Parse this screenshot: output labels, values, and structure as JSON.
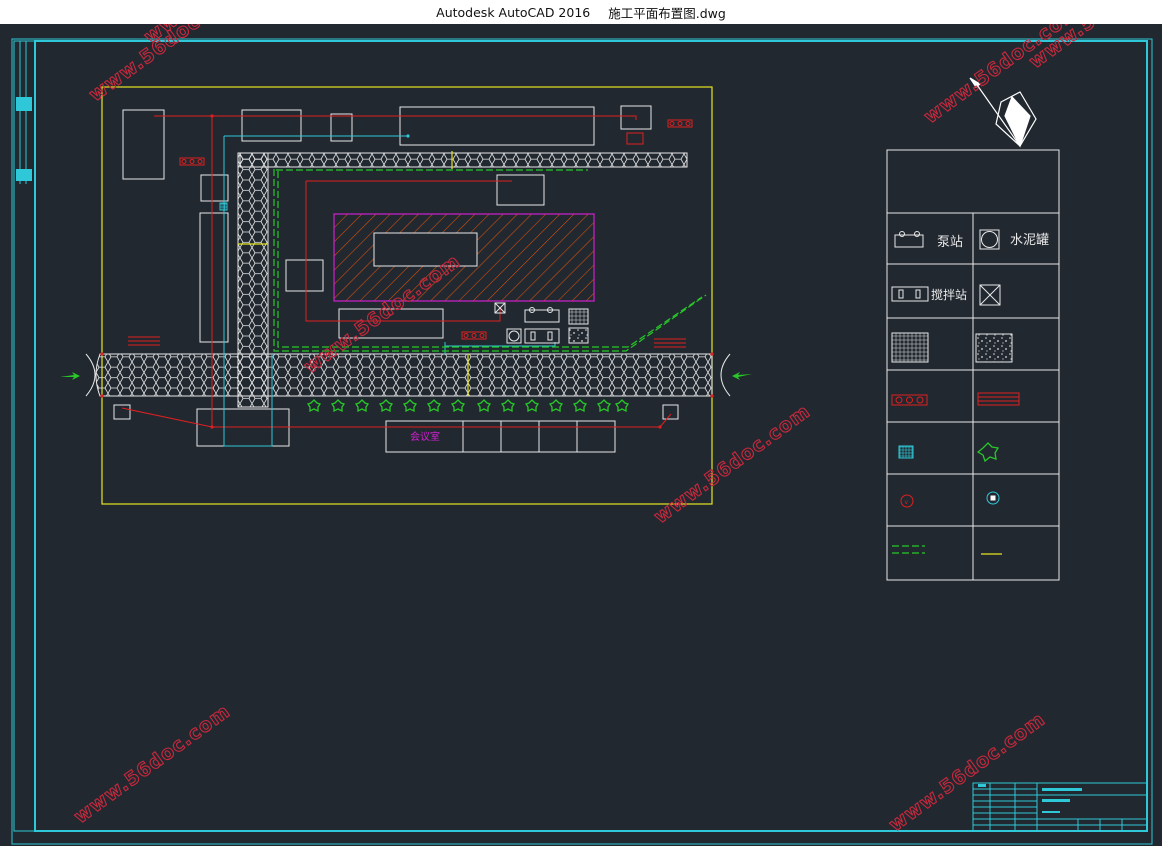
{
  "window": {
    "app_name": "Autodesk AutoCAD 2016",
    "file_name": "施工平面布置图.dwg"
  },
  "site_plan": {
    "meeting_room_label": "会议室"
  },
  "legend": {
    "items": [
      {
        "symbol": "pump-station-symbol",
        "label": "泵站"
      },
      {
        "symbol": "cement-tank-symbol",
        "label": "水泥罐"
      },
      {
        "symbol": "mixing-station-symbol",
        "label": "搅拌站"
      },
      {
        "symbol": "crossed-box-symbol",
        "label": ""
      },
      {
        "symbol": "dense-hatch-symbol",
        "label": ""
      },
      {
        "symbol": "gravel-hatch-symbol",
        "label": ""
      },
      {
        "symbol": "red-triple-box-symbol",
        "label": ""
      },
      {
        "symbol": "red-lines-symbol",
        "label": ""
      },
      {
        "symbol": "cyan-hatch-symbol",
        "label": ""
      },
      {
        "symbol": "green-tree-symbol",
        "label": ""
      },
      {
        "symbol": "red-valve-circle-symbol",
        "label": ""
      },
      {
        "symbol": "cyan-hydrant-symbol",
        "label": ""
      },
      {
        "symbol": "green-dashed-line-symbol",
        "label": ""
      },
      {
        "symbol": "yellow-line-symbol",
        "label": ""
      }
    ]
  },
  "watermark": {
    "text": "www.56doc.com"
  },
  "colors": {
    "background": "#212830",
    "frame": "#2fc8d8",
    "site_boundary": "#e6e620",
    "power_line": "#e02020",
    "water_line": "#2fc8d8",
    "fence": "#28c828",
    "building_hatch": "#d05010",
    "building_outline": "#d020d0",
    "watermark": "#c8283c"
  }
}
